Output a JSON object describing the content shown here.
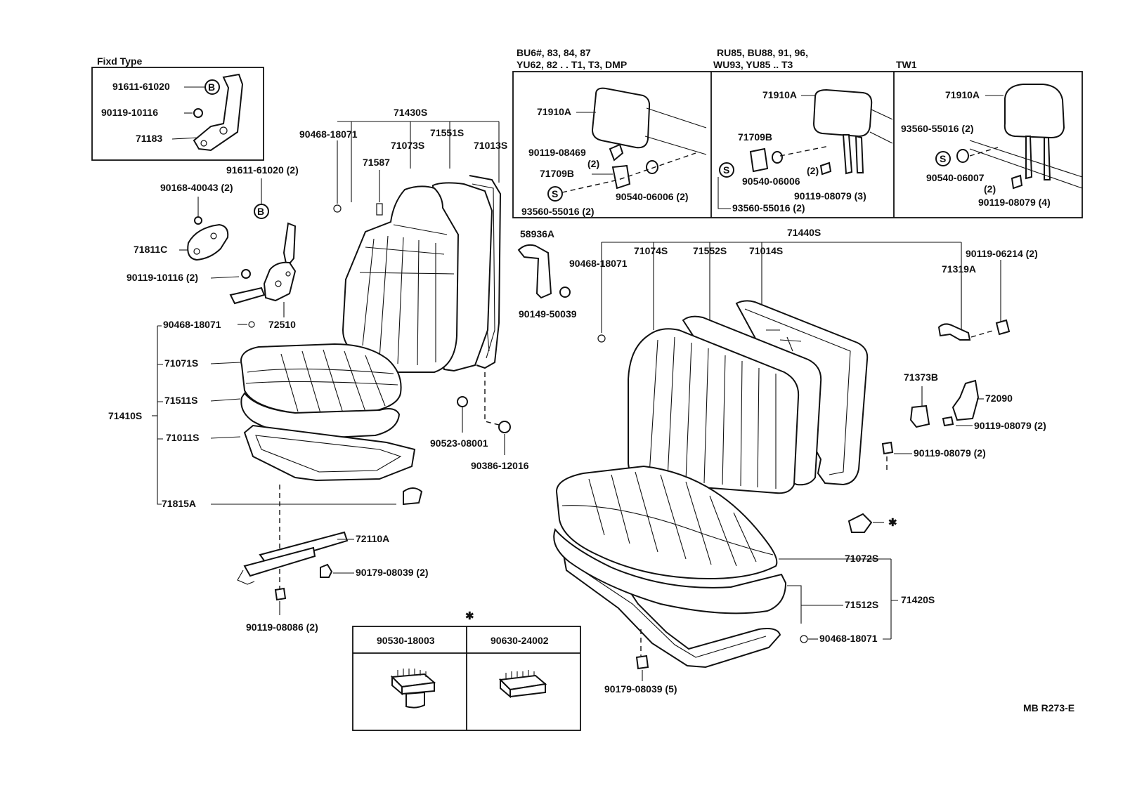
{
  "diagram": {
    "drawing_code": "MB R273-E",
    "fixed_type": {
      "title": "Fixd Type",
      "parts": [
        "91611-61020",
        "90119-10116",
        "71183"
      ],
      "marker": "B"
    },
    "headrest_panels": [
      {
        "header_lines": [
          "BU6#, 83, 84, 87",
          "YU62, 82 . . T1, T3, DMP"
        ],
        "parts": [
          "71910A",
          "90119-08469",
          "(2)",
          "71709B",
          "90540-06006 (2)",
          "93560-55016 (2)"
        ],
        "marker": "S"
      },
      {
        "header_lines": [
          "RU85, BU88, 91, 96,",
          "WU93, YU85 .. T3"
        ],
        "parts": [
          "71910A",
          "71709B",
          "90540-06006",
          "(2)",
          "90119-08079 (3)",
          "93560-55016 (2)"
        ],
        "marker": "S"
      },
      {
        "header_lines": [
          "TW1"
        ],
        "parts": [
          "71910A",
          "93560-55016 (2)",
          "90540-06007",
          "(2)",
          "90119-08079 (4)"
        ],
        "marker": "S"
      }
    ],
    "left_seat": {
      "back_assembly": "71430S",
      "back_parts": [
        "90468-18071",
        "71587",
        "71073S",
        "71551S",
        "71013S"
      ],
      "adjuster_parts": [
        "91611-61020 (2)",
        "90168-40043 (2)",
        "71811C",
        "90119-10116 (2)",
        "72510"
      ],
      "marker": "B",
      "cushion_assembly": "71410S",
      "cushion_parts": [
        "90468-18071",
        "71071S",
        "71511S",
        "71011S",
        "71815A"
      ],
      "track_parts": [
        "72110A",
        "90179-08039 (2)",
        "90119-08086 (2)"
      ],
      "misc_parts": [
        "58936A",
        "90149-50039",
        "90523-08001",
        "90386-12016"
      ]
    },
    "bench_seat": {
      "back_assembly": "71440S",
      "back_parts": [
        "90468-18071",
        "71074S",
        "71552S",
        "71014S"
      ],
      "hardware": [
        "90119-06214 (2)",
        "71319A",
        "71373B",
        "72090",
        "90119-08079 (2)",
        "90119-08079 (2)"
      ],
      "star_marker": "✱",
      "cushion_assembly": "71420S",
      "cushion_parts": [
        "71072S",
        "71512S",
        "90468-18071"
      ],
      "bottom_part": "90179-08039 (5)"
    },
    "clip_table": {
      "marker": "✱",
      "columns": [
        "90530-18003",
        "90630-24002"
      ]
    }
  }
}
